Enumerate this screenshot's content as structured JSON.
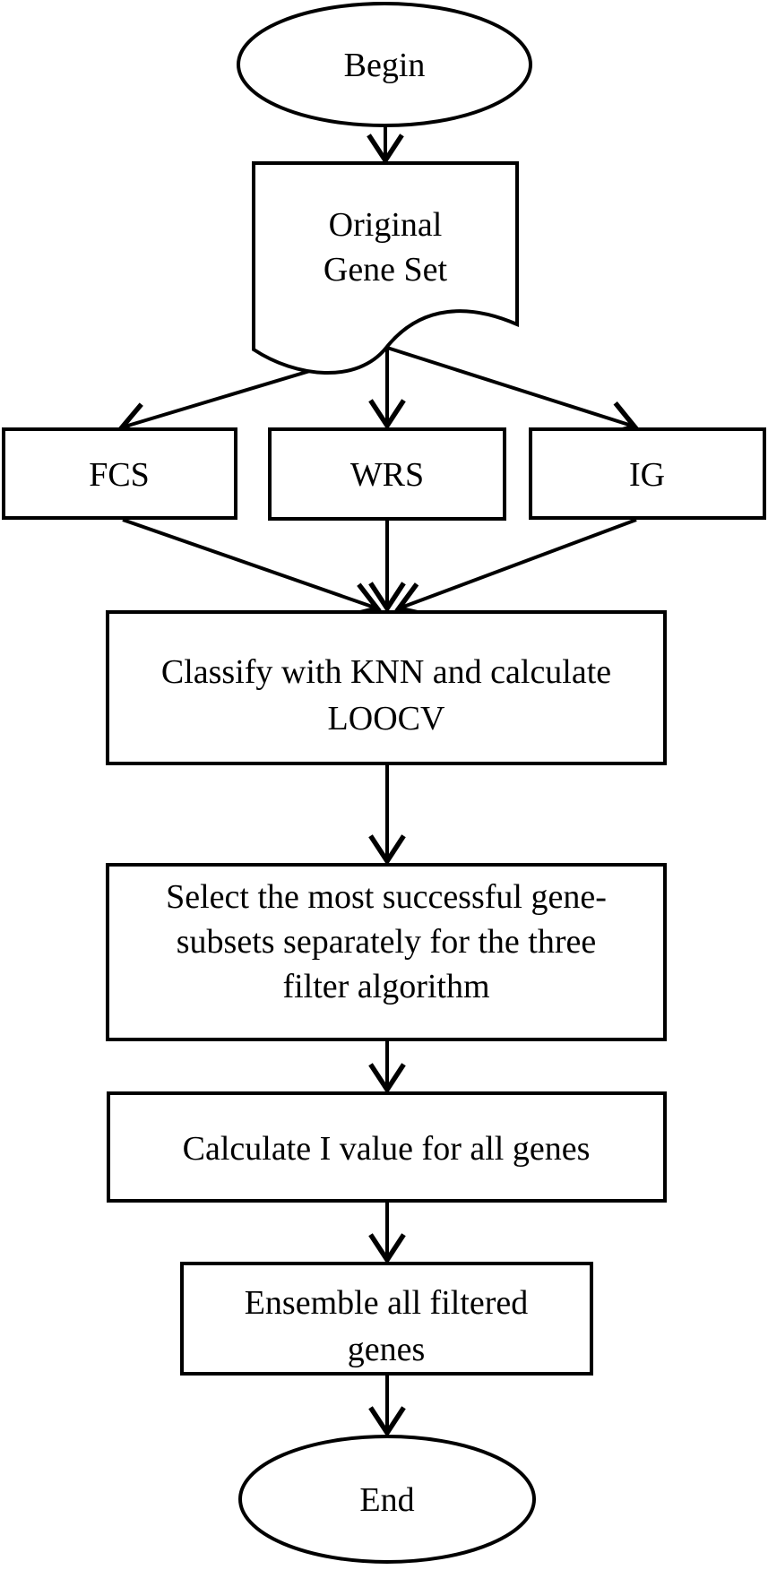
{
  "diagram": {
    "type": "flowchart",
    "background_color": "#ffffff",
    "stroke_color": "#000000",
    "text_color": "#000000",
    "nodes": {
      "begin": {
        "shape": "ellipse",
        "label": "Begin"
      },
      "original_gene_set": {
        "shape": "document",
        "lines": [
          "Original",
          "Gene Set"
        ]
      },
      "fcs": {
        "shape": "rect",
        "label": "FCS"
      },
      "wrs": {
        "shape": "rect",
        "label": "WRS"
      },
      "ig": {
        "shape": "rect",
        "label": "IG"
      },
      "classify_knn": {
        "shape": "rect",
        "lines": [
          "Classify with KNN and calculate",
          "LOOCV"
        ]
      },
      "select_subsets": {
        "shape": "rect",
        "lines": [
          "Select the most successful gene-",
          "subsets separately for the three",
          "filter algorithm"
        ]
      },
      "calculate_i": {
        "shape": "rect",
        "label": "Calculate I value for all genes"
      },
      "ensemble": {
        "shape": "rect",
        "lines": [
          "Ensemble all filtered",
          "genes"
        ]
      },
      "end": {
        "shape": "ellipse",
        "label": "End"
      }
    },
    "edges": [
      {
        "from": "begin",
        "to": "original_gene_set"
      },
      {
        "from": "original_gene_set",
        "to": "fcs"
      },
      {
        "from": "original_gene_set",
        "to": "wrs"
      },
      {
        "from": "original_gene_set",
        "to": "ig"
      },
      {
        "from": "fcs",
        "to": "classify_knn"
      },
      {
        "from": "wrs",
        "to": "classify_knn"
      },
      {
        "from": "ig",
        "to": "classify_knn"
      },
      {
        "from": "classify_knn",
        "to": "select_subsets"
      },
      {
        "from": "select_subsets",
        "to": "calculate_i"
      },
      {
        "from": "calculate_i",
        "to": "ensemble"
      },
      {
        "from": "ensemble",
        "to": "end"
      }
    ]
  }
}
